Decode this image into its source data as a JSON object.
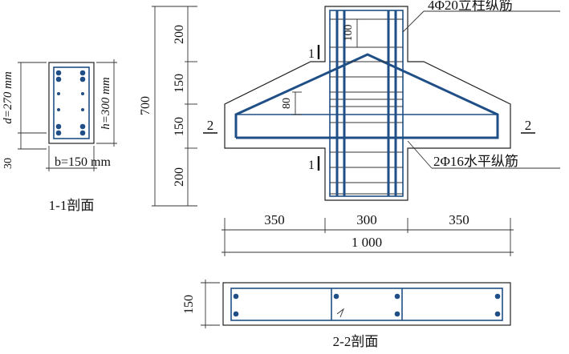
{
  "section_1_1": {
    "caption": "1-1剖面",
    "depth_label": "d=270 mm",
    "height_label": "h=300 mm",
    "width_label": "b=150 mm",
    "cover_label": "30"
  },
  "elevation": {
    "height_total": "700",
    "height_segments": [
      "200",
      "150",
      "150",
      "200"
    ],
    "width_segments": [
      "350",
      "300",
      "350"
    ],
    "width_total": "1 000",
    "stirrup_spacing_column": "100",
    "stirrup_spacing_haunch": "80",
    "section_mark_1": "1",
    "section_mark_2": "2",
    "label_column_bars": "4Φ20立柱纵筋",
    "label_horizontal_bars": "2Φ16水平纵筋"
  },
  "section_2_2": {
    "caption": "2-2剖面",
    "height_label": "150"
  },
  "colors": {
    "steel": "#1f4f86",
    "concrete_outline": "#222222"
  }
}
